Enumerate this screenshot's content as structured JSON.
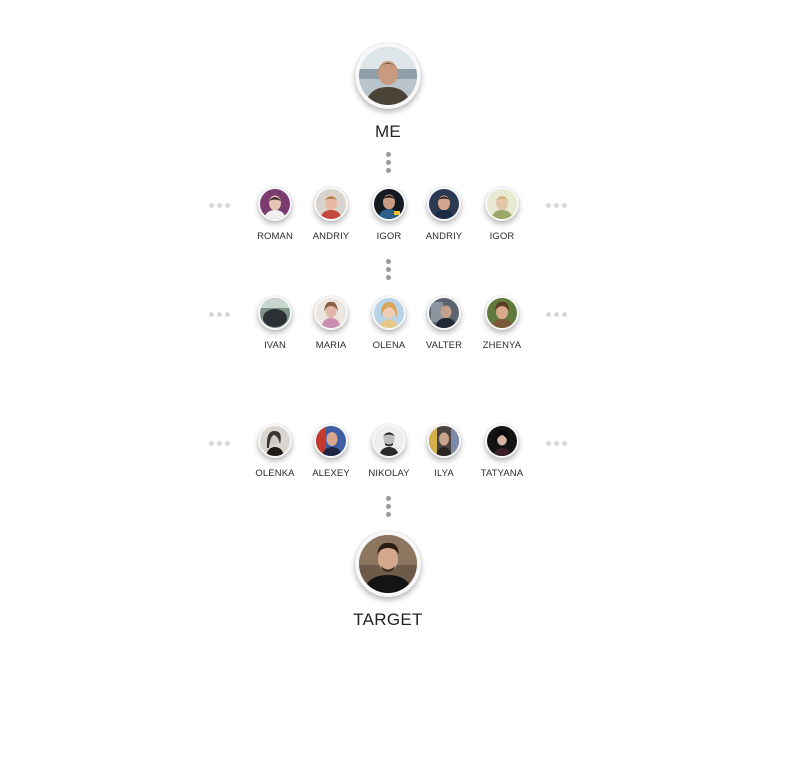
{
  "me": {
    "label": "ME",
    "avatar": "person-photo-icon"
  },
  "target": {
    "label": "TARGET",
    "avatar": "person-photo-icon"
  },
  "rows": [
    {
      "people": [
        "ROMAN",
        "ANDRIY",
        "IGOR",
        "ANDRIY",
        "IGOR"
      ]
    },
    {
      "people": [
        "IVAN",
        "MARIA",
        "OLENA",
        "VALTER",
        "ZHENYA"
      ]
    },
    {
      "people": [
        "OLENKA",
        "ALEXEY",
        "NIKOLAY",
        "ILYA",
        "TATYANA"
      ]
    }
  ],
  "colors": {
    "connector_dots": "#9a9a9a",
    "more_dots": "#d9d9d9",
    "text": "#222222"
  }
}
